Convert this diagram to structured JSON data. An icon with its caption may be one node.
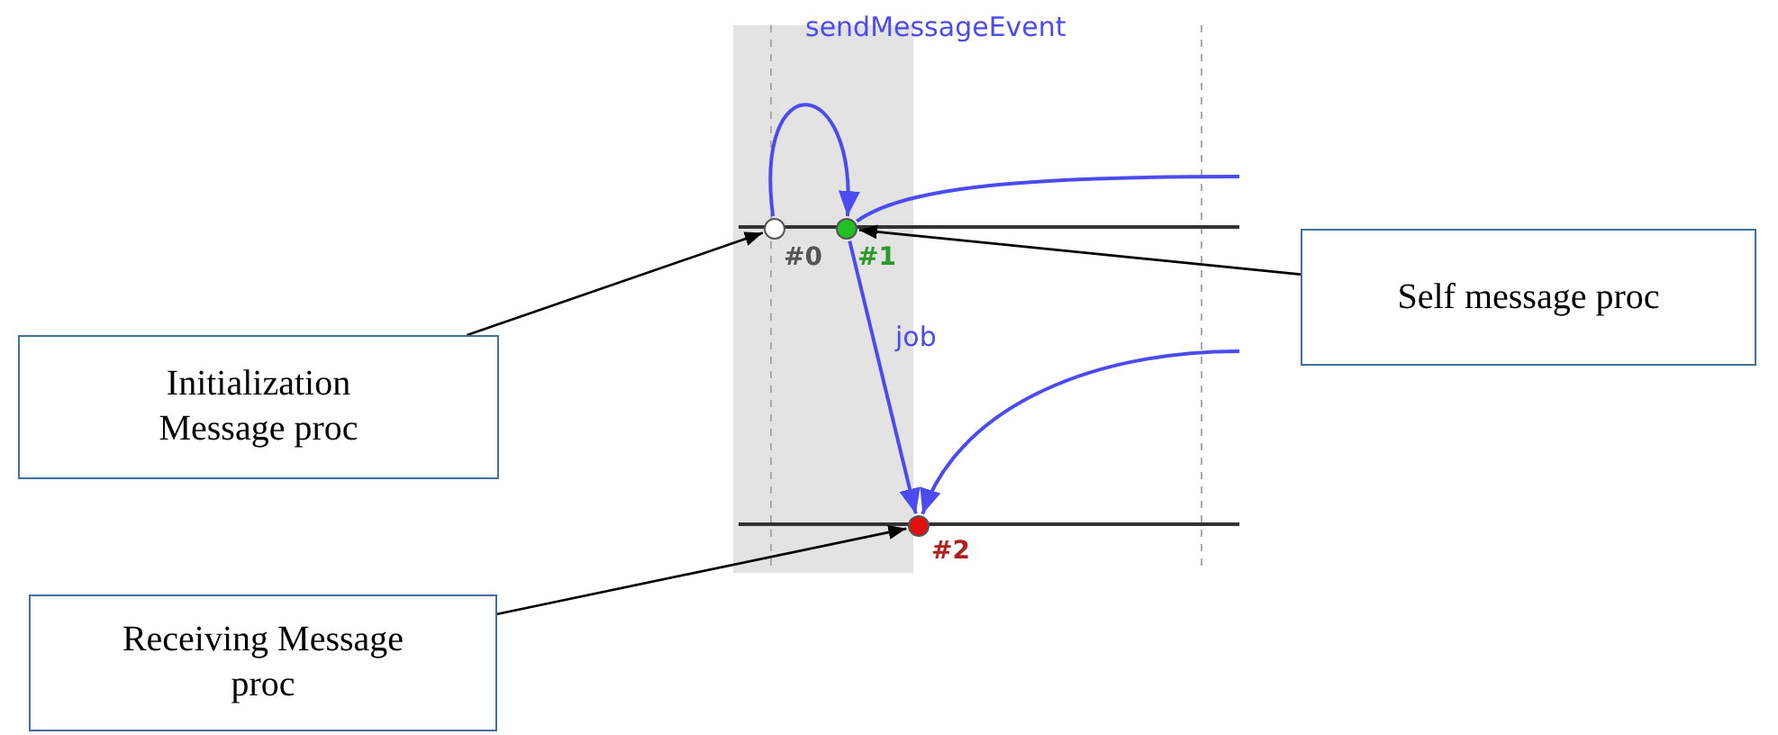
{
  "diagram": {
    "nodes": [
      {
        "text": [],
        "shape": "circle",
        "beside": [
          "#0"
        ]
      },
      {
        "text": [],
        "shape": "circle",
        "beside": [
          "#1"
        ]
      },
      {
        "text": [
          "Self message proc"
        ]
      },
      {
        "text": [
          "Initialization Message proc"
        ]
      },
      {
        "text": [],
        "shape": "circle",
        "beside": [
          "#2"
        ]
      },
      {
        "text": [
          "Receiving Message proc"
        ]
      }
    ],
    "edges": [
      {
        "from": 0,
        "to": 1,
        "arrow": "to",
        "label": "sendMessageEvent"
      },
      {
        "from": null,
        "to": 1,
        "arrow": "none"
      },
      {
        "from": 1,
        "to": 4,
        "arrow": "to",
        "label": "job"
      },
      {
        "from": null,
        "to": 4,
        "arrow": "to"
      },
      {
        "from": 3,
        "to": 0,
        "arrow": "to",
        "color": "#000000"
      },
      {
        "from": 2,
        "to": 1,
        "arrow": "to",
        "color": "#000000"
      },
      {
        "from": 5,
        "to": 4,
        "arrow": "to",
        "color": "#000000"
      }
    ]
  }
}
